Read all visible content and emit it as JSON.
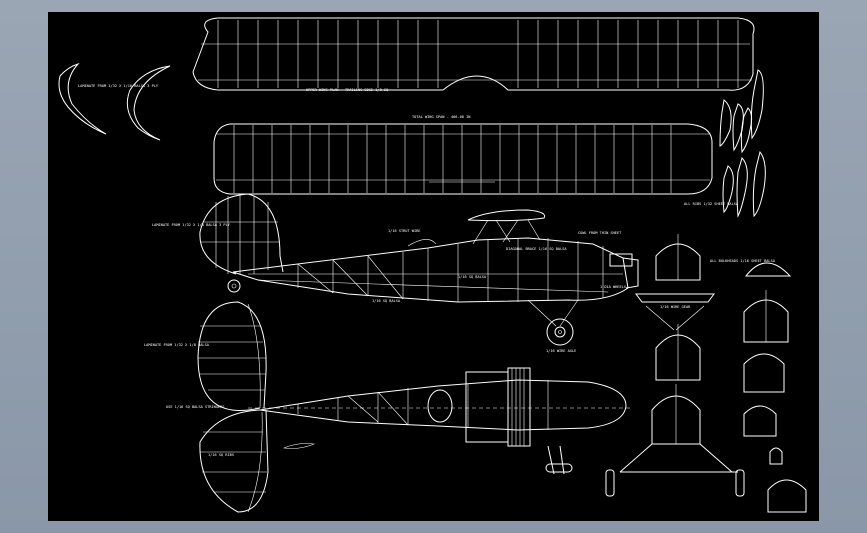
{
  "canvas": {
    "background": "#000000",
    "line_color": "#ffffff",
    "page_background": "#9aa6b4"
  },
  "notes": {
    "upper_wing_title": "UPPER WING PLAN - TRAILING EDGE 1/8 SQ",
    "lower_wing_title": "TOTAL WING SPAN - 466.00 IN",
    "tip_outline_note": "LAMINATE FROM 1/32 X 1/16 BALSA 3 PLY",
    "tail_side_note": "LAMINATE FROM 1/32 X 1/8 BALSA 3 PLY",
    "cabane_note": "1/16 STRUT WIRE",
    "fuselage_note_1": "DIAGONAL BRACE 1/16 SQ BALSA",
    "fuselage_note_2": "1/16 SQ BALSA",
    "fuselage_note_3": "1/16 SQ BALSA",
    "gear_note": "1/16 WIRE AXLE",
    "cowl_note": "COWL FROM THIN SHEET",
    "bulkhead_note": "ALL BULKHEADS 1/16 SHEET BALSA",
    "rib_note": "ALL RIBS 1/32 SHEET BALSA",
    "wheel_note": "1 DIA WHEELS",
    "stab_side_note": "LAMINATE FROM 1/32 X 1/8 BALSA",
    "top_view_note": "USE 1/16 SQ BALSA STRINGERS",
    "stab_rib_note": "1/16 SQ RIBS",
    "gear_front_note": "1/16 WIRE GEAR"
  }
}
